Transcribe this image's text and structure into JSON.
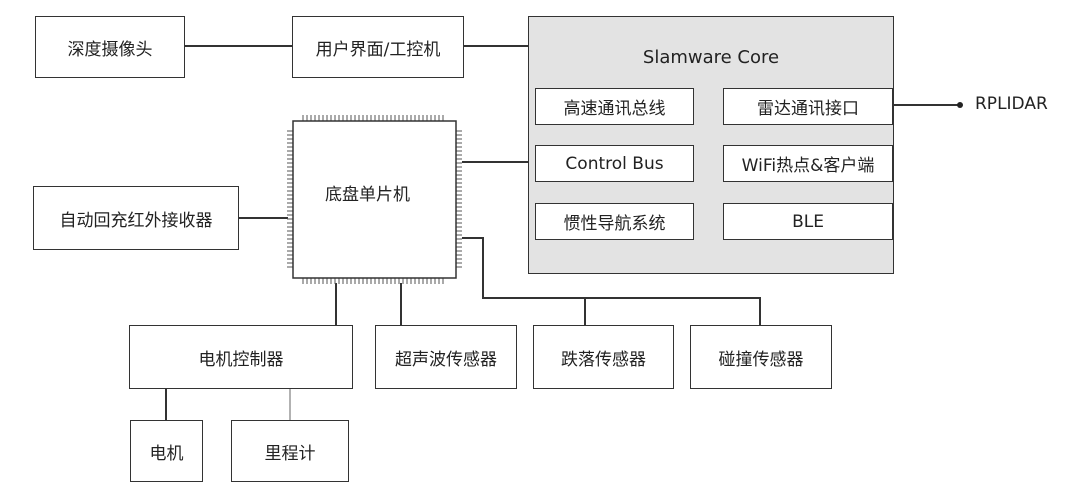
{
  "blocks": {
    "depth_camera": "深度摄像头",
    "user_interface": "用户界面/工控机",
    "auto_recharge_ir": "自动回充红外接收器",
    "chassis_mcu": "底盘单片机",
    "motor_controller": "电机控制器",
    "ultrasonic_sensor": "超声波传感器",
    "cliff_sensor": "跌落传感器",
    "bumper_sensor": "碰撞传感器",
    "motor": "电机",
    "odometer": "里程计"
  },
  "slamware_core": {
    "title": "Slamware Core",
    "modules": {
      "high_speed_bus": "高速通讯总线",
      "lidar_interface": "雷达通讯接口",
      "control_bus": "Control Bus",
      "wifi_hotspot": "WiFi热点&客户端",
      "inertial_nav": "惯性导航系统",
      "ble": "BLE"
    }
  },
  "external": {
    "rplidar": "RPLIDAR"
  },
  "colors": {
    "line": "#333333",
    "core_fill": "#e3e3e3",
    "box_fill": "#ffffff"
  }
}
